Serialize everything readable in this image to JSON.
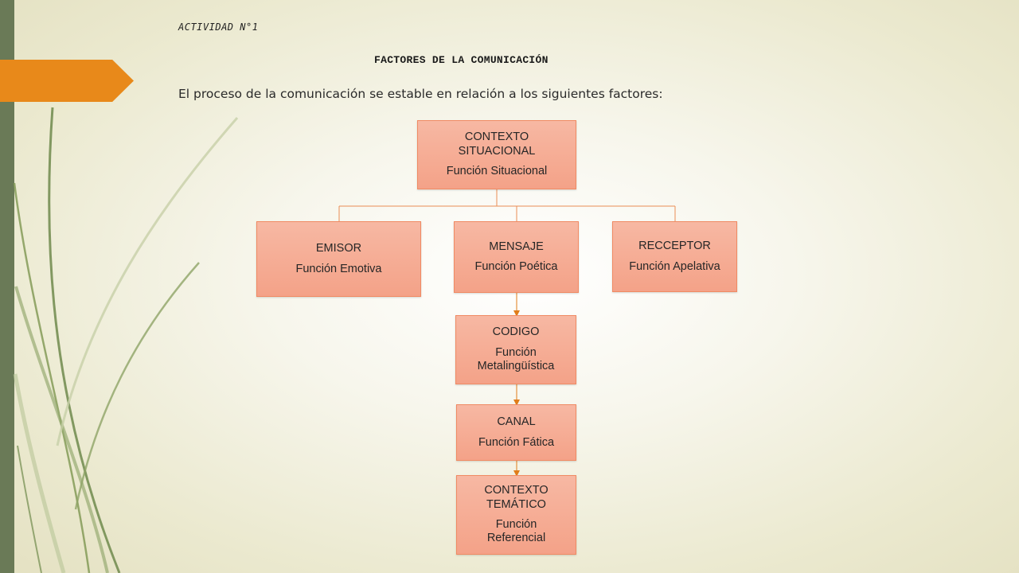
{
  "slide": {
    "activity_label": "ACTIVIDAD N°1",
    "title": "FACTORES DE LA COMUNICACIÓN",
    "intro": "El proceso de la comunicación se estable en relación a los siguientes factores:"
  },
  "diagram": {
    "nodes": {
      "contexto_situacional": {
        "label": "CONTEXTO SITUACIONAL",
        "function": "Función Situacional"
      },
      "emisor": {
        "label": "EMISOR",
        "function": "Función Emotiva"
      },
      "mensaje": {
        "label": "MENSAJE",
        "function": "Función Poética"
      },
      "receptor": {
        "label": "RECCEPTOR",
        "function": "Función Apelativa"
      },
      "codigo": {
        "label": "CODIGO",
        "function": "Función Metalingüística"
      },
      "canal": {
        "label": "CANAL",
        "function": "Función Fática"
      },
      "contexto_tematico": {
        "label": "CONTEXTO TEMÁTICO",
        "function": "Función Referencial"
      }
    },
    "edges": [
      [
        "contexto_situacional",
        "emisor"
      ],
      [
        "contexto_situacional",
        "mensaje"
      ],
      [
        "contexto_situacional",
        "receptor"
      ],
      [
        "mensaje",
        "codigo"
      ],
      [
        "codigo",
        "canal"
      ],
      [
        "canal",
        "contexto_tematico"
      ]
    ],
    "colors": {
      "box_fill": "#f5a88e",
      "box_border": "#f08a63",
      "connector": "#ea8d55",
      "arrow": "#e07d1a",
      "accent_tab": "#e8891a",
      "side_bar": "#6a7a57"
    }
  }
}
